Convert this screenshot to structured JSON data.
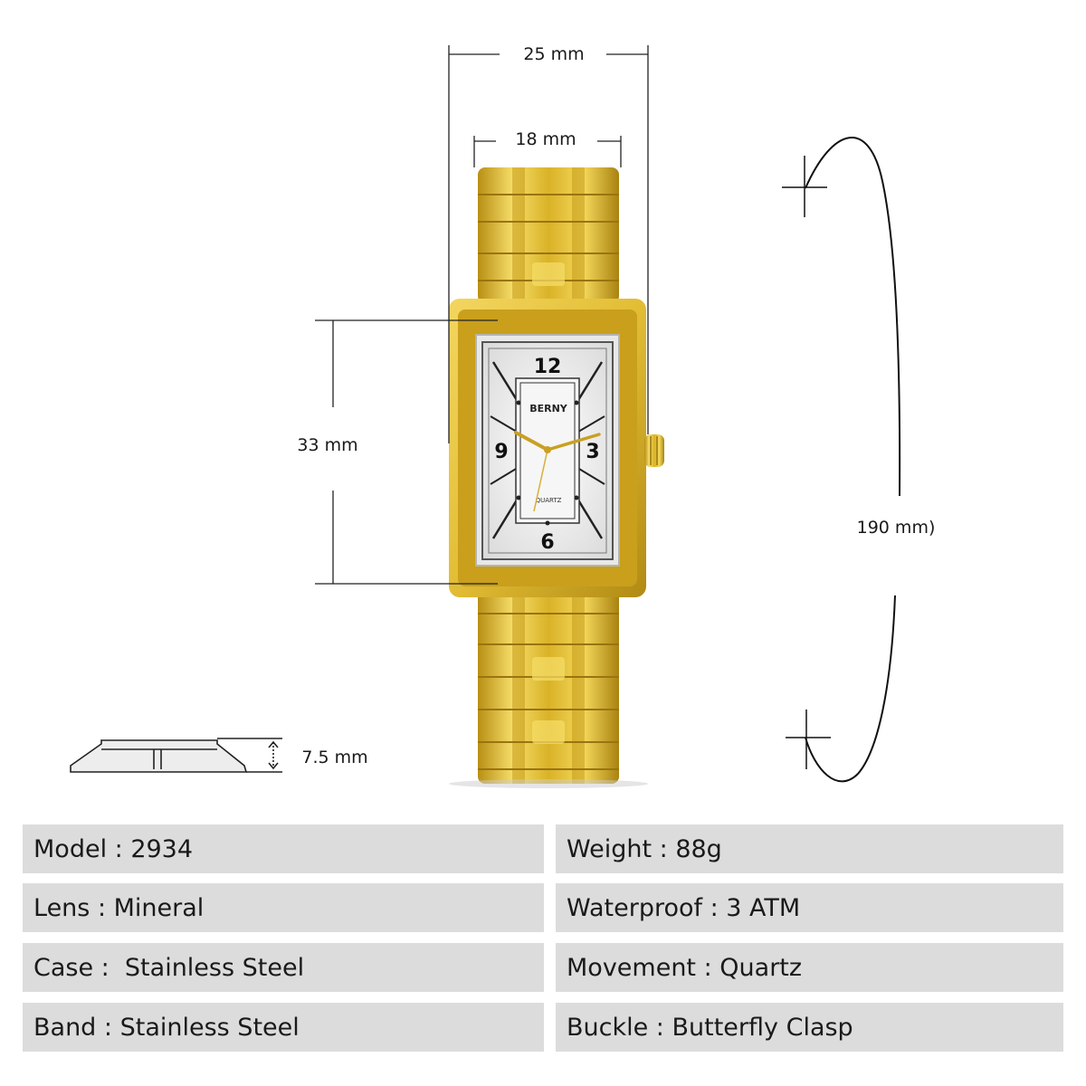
{
  "dimensions": {
    "width_outer": "25 mm",
    "width_inner": "18 mm",
    "height": "33 mm",
    "strap_length": "190 mm)",
    "thickness": "7.5 mm"
  },
  "dial": {
    "brand": "BERNY",
    "subtitle": "QUARTZ",
    "numerals": {
      "twelve": "12",
      "three": "3",
      "six": "6",
      "nine": "9"
    }
  },
  "specs": {
    "left": [
      {
        "label": "Model : ",
        "value": "2934"
      },
      {
        "label": "Lens : ",
        "value": "Mineral"
      },
      {
        "label": "Case :  ",
        "value": "Stainless Steel"
      },
      {
        "label": "Band : ",
        "value": "Stainless Steel"
      }
    ],
    "right": [
      {
        "label": "Weight : ",
        "value": "88g"
      },
      {
        "label": "Waterproof : ",
        "value": "3 ATM"
      },
      {
        "label": "Movement : ",
        "value": "Quartz"
      },
      {
        "label": "Buckle : ",
        "value": "Butterfly Clasp"
      }
    ]
  },
  "colors": {
    "gold": "#d9b227",
    "gold_light": "#f6de6a",
    "gold_dark": "#a9820f",
    "dial": "#f1f1f1",
    "row_bg": "#dcdcdc"
  }
}
